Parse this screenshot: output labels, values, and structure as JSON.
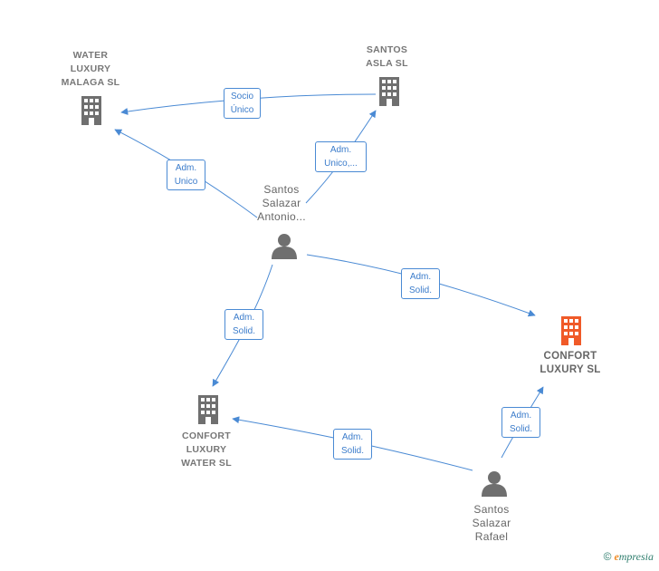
{
  "nodes": {
    "water_luxury_malaga": {
      "label": "WATER\nLUXURY\nMALAGA  SL",
      "type": "company"
    },
    "santos_asla": {
      "label": "SANTOS\nASLA  SL",
      "type": "company"
    },
    "santos_salazar_antonio": {
      "label": "Santos\nSalazar\nAntonio...",
      "type": "person"
    },
    "confort_luxury": {
      "label": "CONFORT\nLUXURY  SL",
      "type": "company",
      "focus": true
    },
    "confort_luxury_water": {
      "label": "CONFORT\nLUXURY\nWATER  SL",
      "type": "company"
    },
    "santos_salazar_rafael": {
      "label": "Santos\nSalazar\nRafael",
      "type": "person"
    }
  },
  "edges": {
    "socio_unico": {
      "label": "Socio\nÚnico",
      "from": "santos_asla",
      "to": "water_luxury_malaga"
    },
    "adm_unico_1": {
      "label": "Adm.\nUnico",
      "from": "santos_salazar_antonio",
      "to": "water_luxury_malaga"
    },
    "adm_unico_2": {
      "label": "Adm.\nUnico,...",
      "from": "santos_salazar_antonio",
      "to": "santos_asla"
    },
    "adm_solid_1": {
      "label": "Adm.\nSolid.",
      "from": "santos_salazar_antonio",
      "to": "confort_luxury"
    },
    "adm_solid_2": {
      "label": "Adm.\nSolid.",
      "from": "santos_salazar_antonio",
      "to": "confort_luxury_water"
    },
    "adm_solid_3": {
      "label": "Adm.\nSolid.",
      "from": "santos_salazar_rafael",
      "to": "confort_luxury_water"
    },
    "adm_solid_4": {
      "label": "Adm.\nSolid.",
      "from": "santos_salazar_rafael",
      "to": "confort_luxury"
    }
  },
  "colors": {
    "edge": "#4a8ad4",
    "company": "#6f6f6f",
    "focus_company": "#f05a28",
    "person": "#6f6f6f"
  },
  "footer": {
    "copyright": "©",
    "brand_initial": "e",
    "brand_rest": "mpresia"
  }
}
